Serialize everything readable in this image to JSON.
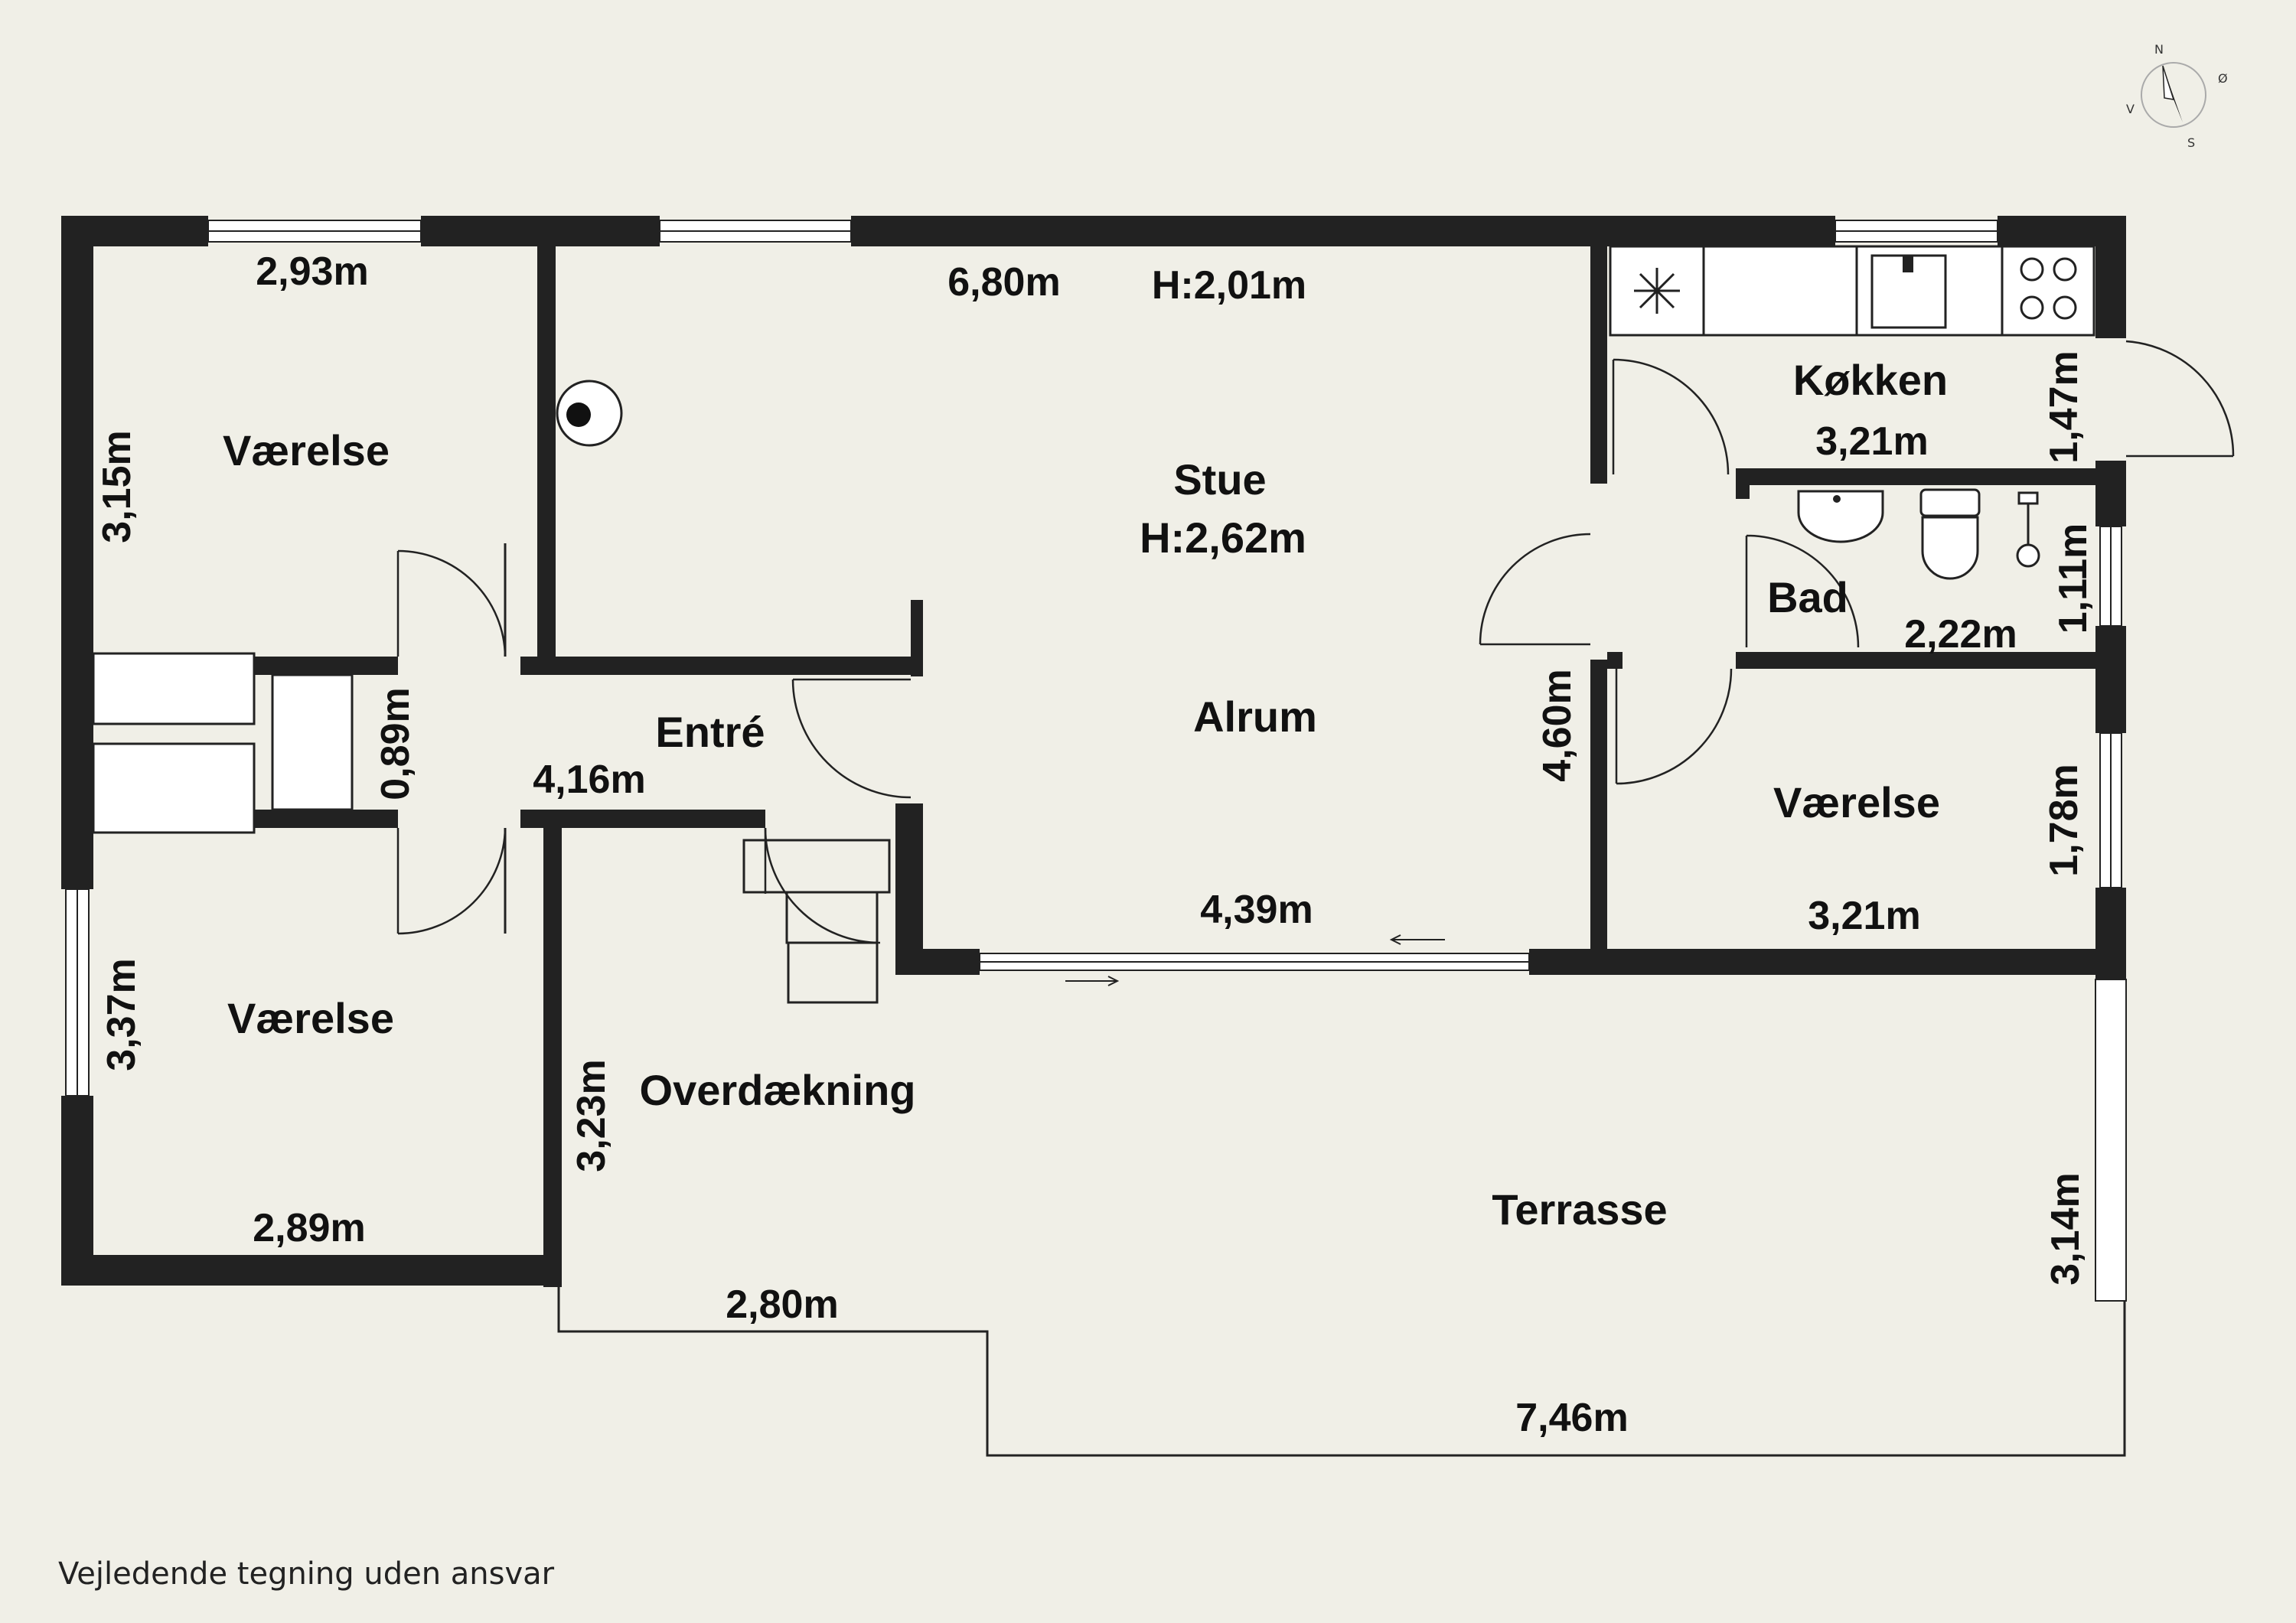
{
  "rooms": {
    "vaerelse_top_left": "Værelse",
    "vaerelse_bottom_left": "Værelse",
    "stue": "Stue",
    "stue_height": "H:2,62m",
    "alrum": "Alrum",
    "entre": "Entré",
    "koekken": "Køkken",
    "bad": "Bad",
    "vaerelse_right": "Værelse",
    "overdaekning": "Overdækning",
    "terrasse": "Terrasse"
  },
  "dimensions": {
    "top_left_width": "2,93m",
    "top_left_height": "3,15m",
    "stue_width": "6,80m",
    "alrum_height_top": "H:2,01m",
    "entre_width": "4,16m",
    "entre_height": "0,89m",
    "bottom_left_height": "3,37m",
    "bottom_left_width": "2,89m",
    "koekken_width": "3,21m",
    "koekken_height": "1,47m",
    "bad_width": "2,22m",
    "bad_height": "1,11m",
    "alrum_height": "4,60m",
    "right_room_height": "1,78m",
    "right_room_width": "3,21m",
    "alrum_width": "4,39m",
    "overdaekning_height": "3,23m",
    "overdaekning_width": "2,80m",
    "terrasse_height": "3,14m",
    "terrasse_width": "7,46m"
  },
  "compass": {
    "n": "N",
    "s": "S",
    "v": "V",
    "o": "Ø"
  },
  "footer": {
    "disclaimer": "Vejledende tegning uden ansvar"
  },
  "colors": {
    "background": "#f0efe7",
    "wall": "#222222",
    "window": "#ffffff"
  }
}
